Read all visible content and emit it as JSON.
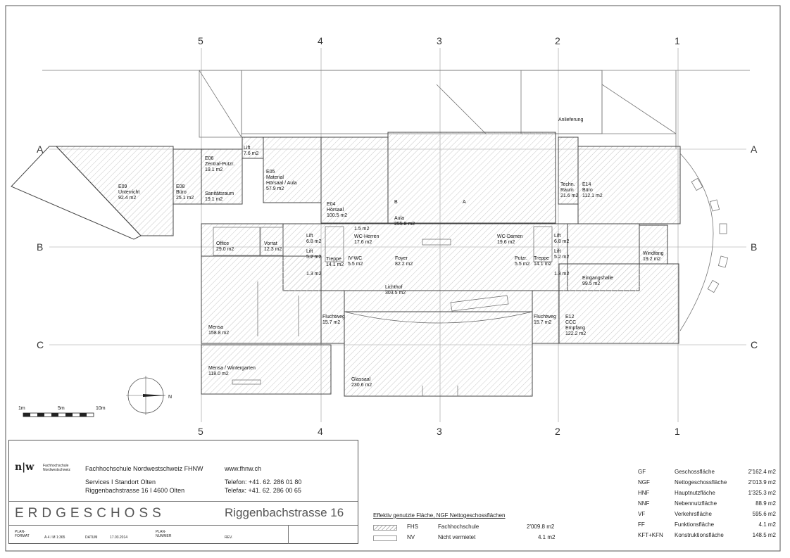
{
  "axes": {
    "columns": [
      "5",
      "4",
      "3",
      "2",
      "1"
    ],
    "rows": [
      "A",
      "B",
      "C"
    ]
  },
  "rooms": [
    {
      "id": "lift-top",
      "lines": [
        "Lift",
        "7.6 m2"
      ]
    },
    {
      "id": "e06",
      "lines": [
        "E06",
        "Zentral-Putzr.",
        "19.1 m2"
      ]
    },
    {
      "id": "sanitaet",
      "lines": [
        "Sanitätsraum",
        "19.1 m2"
      ]
    },
    {
      "id": "e05",
      "lines": [
        "E05",
        "Material",
        "Hörsaal / Aula",
        "57.9 m2"
      ]
    },
    {
      "id": "e09",
      "lines": [
        "E09",
        "Unterricht",
        "92.4 m2"
      ]
    },
    {
      "id": "e08",
      "lines": [
        "E08",
        "Büro",
        "25.1 m2"
      ]
    },
    {
      "id": "e04",
      "lines": [
        "E04",
        "Hörsaal",
        "100.5 m2"
      ]
    },
    {
      "id": "b",
      "lines": [
        "B"
      ]
    },
    {
      "id": "aula",
      "lines": [
        "Aula",
        "255.8 m2"
      ]
    },
    {
      "id": "a",
      "lines": [
        "A"
      ]
    },
    {
      "id": "techn",
      "lines": [
        "Techn.",
        "Raum",
        "21.6 m2"
      ]
    },
    {
      "id": "e14",
      "lines": [
        "E14",
        "Büro",
        "112.1 m2"
      ]
    },
    {
      "id": "anlieferung",
      "lines": [
        "Anlieferung"
      ]
    },
    {
      "id": "office",
      "lines": [
        "Office",
        "29.0 m2"
      ]
    },
    {
      "id": "vorrat",
      "lines": [
        "Vorrat",
        "12.3 m2"
      ]
    },
    {
      "id": "lift-l1",
      "lines": [
        "Lift",
        "6.8 m2"
      ]
    },
    {
      "id": "lift-l2",
      "lines": [
        "Lift",
        "5.2 m2"
      ]
    },
    {
      "id": "treppe-l",
      "lines": [
        "Treppe",
        "14.1 m2"
      ]
    },
    {
      "id": "small-15",
      "lines": [
        "1.5 m2"
      ]
    },
    {
      "id": "wc-herren",
      "lines": [
        "WC-Herren",
        "17.6 m2"
      ]
    },
    {
      "id": "iv-wc",
      "lines": [
        "IV-WC",
        "5.5 m2"
      ]
    },
    {
      "id": "foyer",
      "lines": [
        "Foyer",
        "82.2 m2"
      ]
    },
    {
      "id": "wc-damen",
      "lines": [
        "WC-Damen",
        "19.6 m2"
      ]
    },
    {
      "id": "putzr",
      "lines": [
        "Putzr.",
        "5.5 m2"
      ]
    },
    {
      "id": "treppe-r",
      "lines": [
        "Treppe",
        "14.1 m2"
      ]
    },
    {
      "id": "lift-r1",
      "lines": [
        "Lift",
        "6.8 m2"
      ]
    },
    {
      "id": "lift-r2",
      "lines": [
        "Lift",
        "5.2 m2"
      ]
    },
    {
      "id": "windfang",
      "lines": [
        "Windfang",
        "19.2 m2"
      ]
    },
    {
      "id": "small-13-l",
      "lines": [
        "1.3 m2"
      ]
    },
    {
      "id": "small-13-r",
      "lines": [
        "1.3 m2"
      ]
    },
    {
      "id": "eingangshalle",
      "lines": [
        "Eingangshalle",
        "99.5 m2"
      ]
    },
    {
      "id": "lichthof",
      "lines": [
        "Lichthof",
        "303.5 m2"
      ]
    },
    {
      "id": "fluchtweg-l",
      "lines": [
        "Fluchtweg",
        "15.7 m2"
      ]
    },
    {
      "id": "fluchtweg-r",
      "lines": [
        "Fluchtweg",
        "15.7 m2"
      ]
    },
    {
      "id": "mensa",
      "lines": [
        "Mensa",
        "158.8 m2"
      ]
    },
    {
      "id": "e12",
      "lines": [
        "E12",
        "CCC",
        "Empfang",
        "122.2 m2"
      ]
    },
    {
      "id": "glassaal",
      "lines": [
        "Glassaal",
        "230.6 m2"
      ]
    },
    {
      "id": "wintergarten",
      "lines": [
        "Mensa / Wintergarten",
        "118.0 m2"
      ]
    }
  ],
  "north_label": "N",
  "scale": {
    "labels": [
      "1m",
      "5m",
      "10m"
    ]
  },
  "title_block": {
    "logo_mark": "n|w",
    "logo_text": "Fachhochschule Nordwestschweiz",
    "institution": "Fachhochschule Nordwestschweiz FHNW",
    "website": "www.fhnw.ch",
    "services": "Services I Standort Olten",
    "address": "Riggenbachstrasse 16 I 4600 Olten",
    "telefon": "Telefon: +41. 62. 286 01 80",
    "telefax": "Telefax: +41. 62. 286 00 65",
    "floor": "ERDGESCHOSS",
    "street": "Riggenbachstrasse 16",
    "plan_format_label": "PLAN-\nFORMAT",
    "plan_format_value": "A 4 / M 1:365",
    "datum_label": "DATUM",
    "datum_value": "17.03.2014",
    "plan_nummer_label": "PLAN-\nNUMMER",
    "rev_label": "REV."
  },
  "legend": {
    "title": "Effektiv genutzte Fläche, NGF Nettogeschossflächen",
    "rows": [
      {
        "code": "FHS",
        "name": "Fachhochschule",
        "value": "2'009.8 m2",
        "hatched": true
      },
      {
        "code": "NV",
        "name": "Nicht vermietet",
        "value": "4.1 m2",
        "hatched": false
      }
    ]
  },
  "stats": [
    {
      "code": "GF",
      "name": "Geschossfläche",
      "value": "2'162.4 m2"
    },
    {
      "code": "NGF",
      "name": "Nettogeschossfläche",
      "value": "2'013.9 m2"
    },
    {
      "code": "HNF",
      "name": "Hauptnutzfläche",
      "value": "1'325.3 m2"
    },
    {
      "code": "NNF",
      "name": "Nebennutzfläche",
      "value": "88.9 m2"
    },
    {
      "code": "VF",
      "name": "Verkehrsfläche",
      "value": "595.6 m2"
    },
    {
      "code": "FF",
      "name": "Funktionsfläche",
      "value": "4.1 m2"
    },
    {
      "code": "KFT+KFN",
      "name": "Konstruktionsfläche",
      "value": "148.5 m2"
    }
  ]
}
